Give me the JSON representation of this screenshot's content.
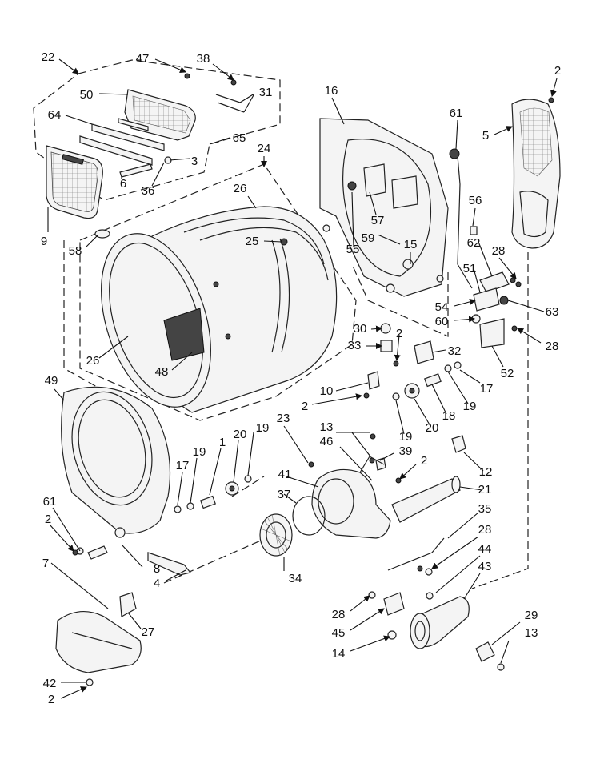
{
  "labels": {
    "l22": "22",
    "l47": "47",
    "l38": "38",
    "l50": "50",
    "l31": "31",
    "l64": "64",
    "l65": "65",
    "l3": "3",
    "l36": "36",
    "l6": "6",
    "l9": "9",
    "l58": "58",
    "l24": "24",
    "l26a": "26",
    "l25": "25",
    "l26b": "26",
    "l48": "48",
    "l16": "16",
    "l61a": "61",
    "l2a": "2",
    "l5": "5",
    "l57": "57",
    "l59": "59",
    "l55": "55",
    "l15": "15",
    "l56": "56",
    "l62": "62",
    "l28a": "28",
    "l51": "51",
    "l54": "54",
    "l63": "63",
    "l60": "60",
    "l28b": "28",
    "l52": "52",
    "l30": "30",
    "l2b": "2",
    "l33": "33",
    "l32": "32",
    "l17a": "17",
    "l10": "10",
    "l2c": "2",
    "l19a": "19",
    "l18": "18",
    "l20a": "20",
    "l19b": "19",
    "l49": "49",
    "l23": "23",
    "l13a": "13",
    "l46": "46",
    "l39": "39",
    "l2d": "2",
    "l12": "12",
    "l19c": "19",
    "l1": "1",
    "l20b": "20",
    "l17b": "17",
    "l41": "41",
    "l21": "21",
    "l37": "37",
    "l61b": "61",
    "l2e": "2",
    "l35": "35",
    "l8": "8",
    "l7": "7",
    "l4": "4",
    "l34": "34",
    "l28c": "28",
    "l44": "44",
    "l43": "43",
    "l27": "27",
    "l28d": "28",
    "l45": "45",
    "l29": "29",
    "l13b": "13",
    "l14": "14",
    "l42": "42",
    "l2f": "2"
  }
}
